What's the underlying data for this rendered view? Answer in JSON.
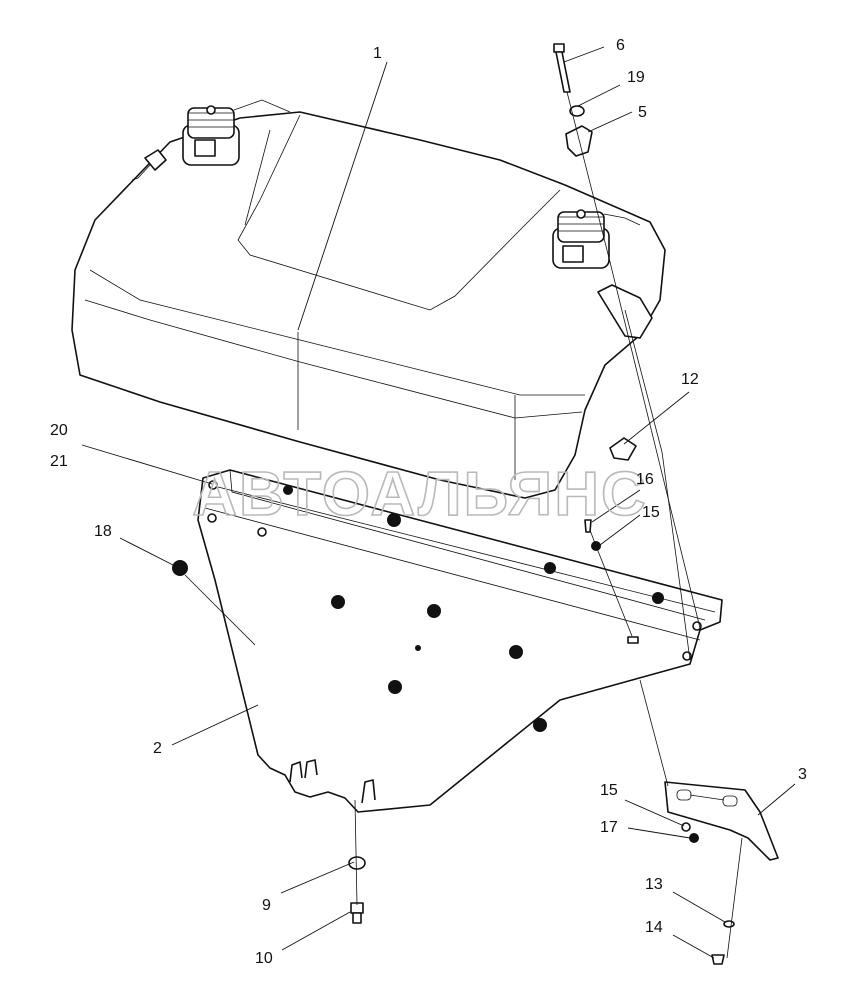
{
  "watermark": "АВТОАЛЬЯНС",
  "callouts": [
    {
      "id": "1",
      "text": "1"
    },
    {
      "id": "2",
      "text": "2"
    },
    {
      "id": "3",
      "text": "3"
    },
    {
      "id": "5",
      "text": "5"
    },
    {
      "id": "6",
      "text": "6"
    },
    {
      "id": "9",
      "text": "9"
    },
    {
      "id": "10",
      "text": "10"
    },
    {
      "id": "12",
      "text": "12"
    },
    {
      "id": "13",
      "text": "13"
    },
    {
      "id": "14",
      "text": "14"
    },
    {
      "id": "15a",
      "text": "15"
    },
    {
      "id": "15b",
      "text": "15"
    },
    {
      "id": "16",
      "text": "16"
    },
    {
      "id": "17",
      "text": "17"
    },
    {
      "id": "18",
      "text": "18"
    },
    {
      "id": "19",
      "text": "19"
    },
    {
      "id": "20",
      "text": "20"
    },
    {
      "id": "21",
      "text": "21"
    }
  ]
}
